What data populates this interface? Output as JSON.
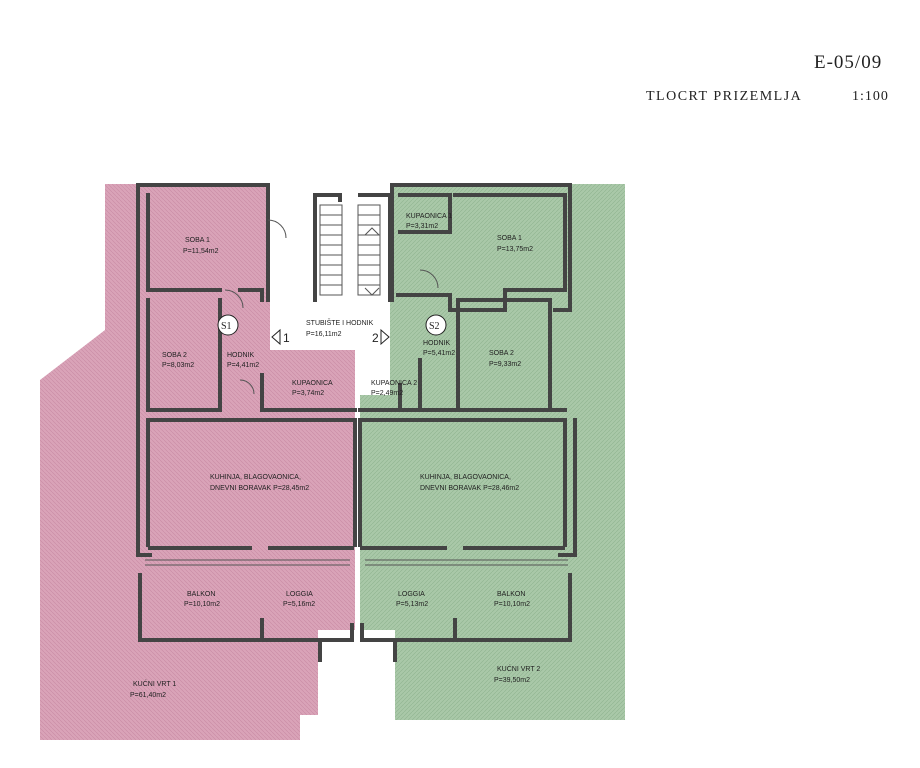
{
  "header": {
    "drawing_id": "E-05/09",
    "title": "TLOCRT PRIZEMLJA",
    "scale": "1:100"
  },
  "colors": {
    "unit1": "#d9a3b8",
    "unit1_pattern": "#c98aa4",
    "unit2": "#a9c8a8",
    "unit2_pattern": "#8fb48f",
    "wall": "#444444",
    "common": "#ffffff"
  },
  "units": {
    "s1": {
      "marker": "S1",
      "rooms": {
        "soba1": {
          "name": "SOBA 1",
          "area": "P=11,54m2"
        },
        "soba2": {
          "name": "SOBA 2",
          "area": "P=8,03m2"
        },
        "hodnik": {
          "name": "HODNIK",
          "area": "P=4,41m2"
        },
        "kupaonica": {
          "name": "KUPAONICA",
          "area": "P=3,74m2"
        },
        "kuhinja": {
          "name_line1": "KUHINJA, BLAGOVAONICA,",
          "name_line2": "DNEVNI BORAVAK P=28,45m2"
        },
        "balkon": {
          "name": "BALKON",
          "area": "P=10,10m2"
        },
        "loggia": {
          "name": "LOGGIA",
          "area": "P=5,16m2"
        },
        "vrt": {
          "name": "KUĆNI VRT 1",
          "area": "P=61,40m2"
        }
      }
    },
    "s2": {
      "marker": "S2",
      "rooms": {
        "kupaonica1": {
          "name": "KUPAONICA 1",
          "area": "P=3,31m2"
        },
        "soba1": {
          "name": "SOBA 1",
          "area": "P=13,75m2"
        },
        "hodnik": {
          "name": "HODNIK",
          "area": "P=5,41m2"
        },
        "soba2": {
          "name": "SOBA 2",
          "area": "P=9,33m2"
        },
        "kupaonica2": {
          "name": "KUPAONICA 2",
          "area": "P=2,49m2"
        },
        "kuhinja": {
          "name_line1": "KUHINJA, BLAGOVAONICA,",
          "name_line2": "DNEVNI BORAVAK P=28,46m2"
        },
        "loggia": {
          "name": "LOGGIA",
          "area": "P=5,13m2"
        },
        "balkon": {
          "name": "BALKON",
          "area": "P=10,10m2"
        },
        "vrt": {
          "name": "KUĆNI VRT 2",
          "area": "P=39,50m2"
        }
      }
    }
  },
  "common": {
    "stairs": {
      "name": "STUBIŠTE I HODNIK",
      "area": "P=16,11m2"
    },
    "door1_label": "1",
    "door2_label": "2"
  }
}
